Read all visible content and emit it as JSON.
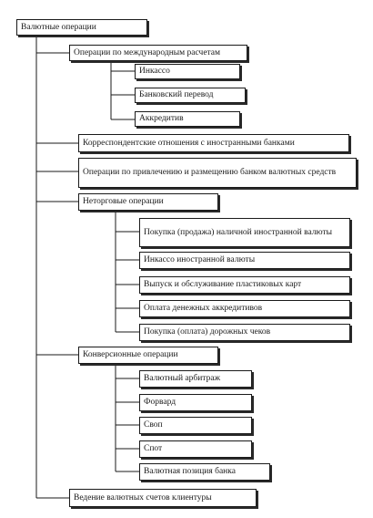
{
  "diagram": {
    "root": "Валютные операции",
    "international": {
      "label": "Операции по международным расчетам",
      "children": [
        "Инкассо",
        "Банковский перевод",
        "Аккредитив"
      ]
    },
    "correspondent": "Корреспондентские отношения с иностранными банками",
    "attraction": "Операции по привлечению и размещению банком валютных средств",
    "nontrade": {
      "label": "Неторговые операции",
      "children": [
        "Покупка (продажа) наличной иностранной валюты",
        "Инкассо иностранной валюты",
        "Выпуск и обслуживание пластиковых карт",
        "Оплата денежных аккредитивов",
        "Покупка (оплата) дорожных чеков"
      ]
    },
    "conversion": {
      "label": "Конверсионные операции",
      "children": [
        "Валютный арбитраж",
        "Форвард",
        "Своп",
        "Спот",
        "Валютная позиция банка"
      ]
    },
    "accounts": "Ведение валютных счетов клиентуры"
  }
}
